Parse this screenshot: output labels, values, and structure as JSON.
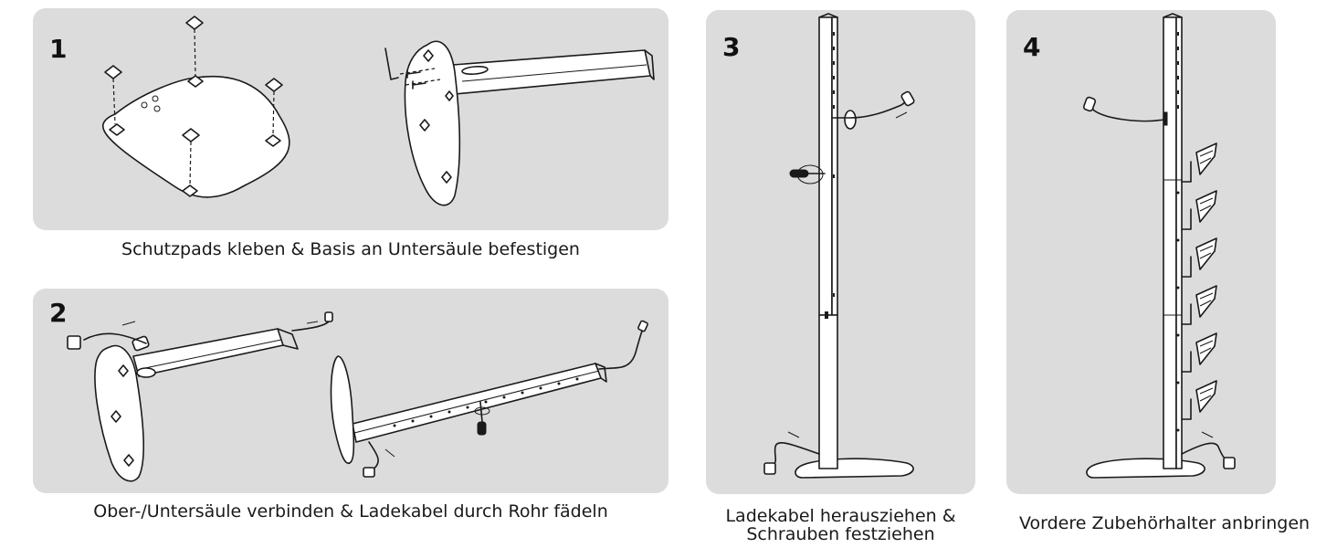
{
  "steps": [
    {
      "number": "1",
      "caption": "Schutzpads kleben & Basis an Untersäule befestigen"
    },
    {
      "number": "2",
      "caption": "Ober-/Untersäule verbinden & Ladekabel durch Rohr fädeln"
    },
    {
      "number": "3",
      "caption_line1": "Ladekabel herausziehen &",
      "caption_line2": "Schrauben festziehen"
    },
    {
      "number": "4",
      "caption": "Vordere Zubehörhalter anbringen"
    }
  ],
  "colors": {
    "panel": "#dcdcdc",
    "ink": "#1a1a1a"
  }
}
